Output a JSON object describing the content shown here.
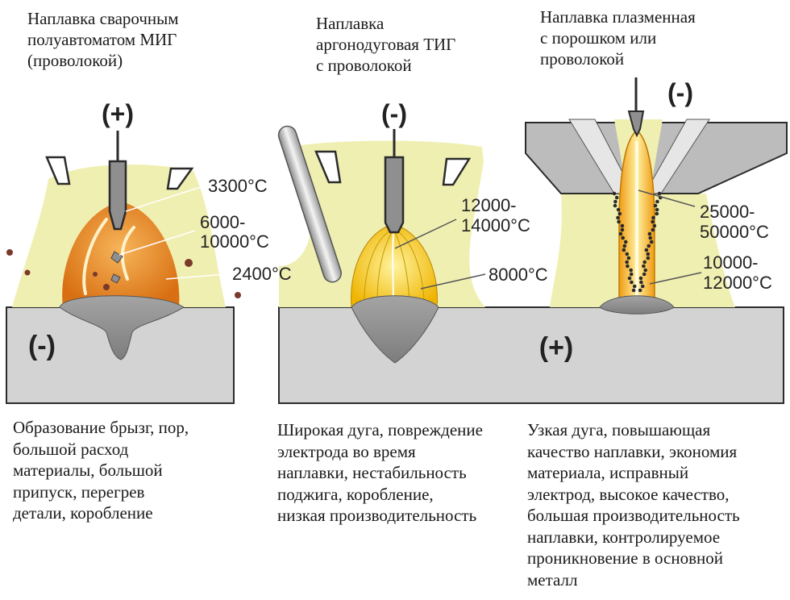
{
  "palette": {
    "shield_gas": "#f0efb2",
    "workpiece": "#d3d3d3",
    "workpiece_edge": "#2b2b2b",
    "electrode": "#8f8f8f",
    "weld_bead": "#8e8e8e",
    "mig_arc": "#e07d1f",
    "tig_arc": "#f5c400",
    "plasma_arc": "#f3a21a"
  },
  "panels": [
    {
      "id": "mig",
      "title_lines": [
        "Наплавка сварочным",
        "полуавтоматом МИГ",
        "(проволокой)"
      ],
      "electrode_polarity": "(+)",
      "workpiece_polarity": "(-)",
      "temperatures": [
        "3300°C",
        "6000-",
        "10000°C",
        "2400°C"
      ],
      "description_lines": [
        "Образование брызг, пор,",
        "большой расход",
        "материалы, большой",
        "припуск, перегрев",
        "детали, коробление"
      ]
    },
    {
      "id": "tig",
      "title_lines": [
        "Наплавка",
        "аргонодуговая ТИГ",
        "с проволокой"
      ],
      "electrode_polarity": "(-)",
      "temperatures": [
        "12000-",
        "14000°C",
        "8000°C"
      ],
      "description_lines": [
        "Широкая дуга, повреждение",
        "электрода во время",
        "наплавки, нестабильность",
        "поджига, коробление,",
        "низкая производительность"
      ]
    },
    {
      "id": "plasma",
      "title_lines": [
        "Наплавка плазменная",
        "с порошком или",
        "проволокой"
      ],
      "electrode_polarity": "(-)",
      "workpiece_polarity": "(+)",
      "temperatures": [
        "25000-",
        "50000°C",
        "10000-",
        "12000°C"
      ],
      "description_lines": [
        "Узкая дуга, повышающая",
        "качество наплавки, экономия",
        "материала, исправный",
        "электрод, высокое качество,",
        "большая производительность",
        "наплавки, контролируемое",
        "проникновение в основной",
        "металл"
      ]
    }
  ]
}
